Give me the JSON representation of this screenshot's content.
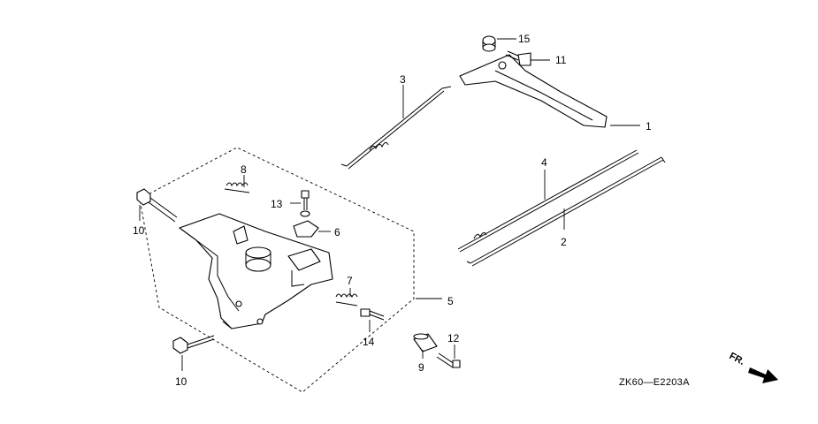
{
  "callouts": {
    "c1": "1",
    "c2": "2",
    "c3": "3",
    "c4": "4",
    "c5": "5",
    "c6": "6",
    "c7": "7",
    "c8": "8",
    "c9": "9",
    "c10a": "10",
    "c10b": "10",
    "c11": "11",
    "c12": "12",
    "c13": "13",
    "c14": "14",
    "c15": "15"
  },
  "diagram_code": "ZK60—E2203A",
  "front_label": "FR."
}
